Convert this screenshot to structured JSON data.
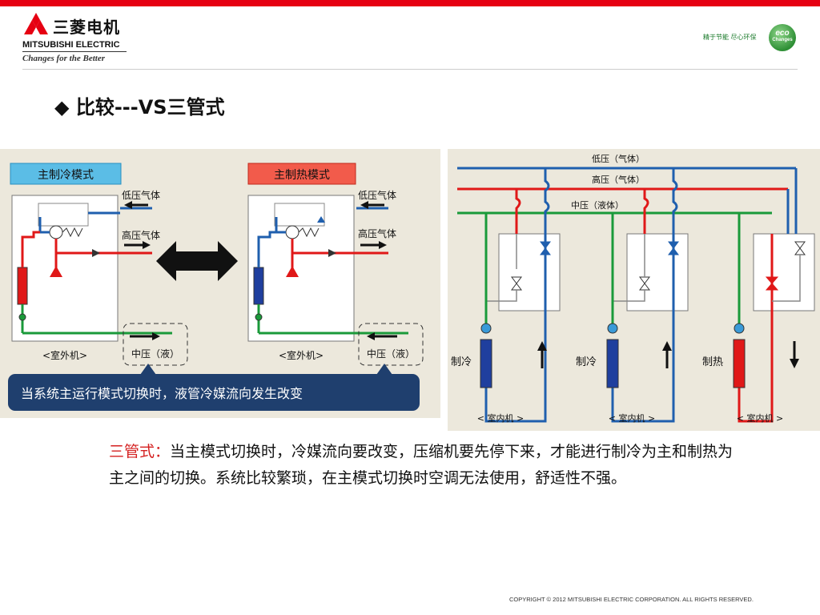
{
  "header": {
    "brand_cn": "三菱电机",
    "brand_en": "MITSUBISHI ELECTRIC",
    "tagline": "Changes for the Better",
    "eco_slogan": "精于节能 尽心环保",
    "eco_badge_line1": "eco",
    "eco_badge_line2": "Changes",
    "accent_color": "#e60012"
  },
  "title": {
    "bullet": "◆",
    "text": "比较---VS三管式"
  },
  "left_diagram": {
    "cooling_mode_label": "主制冷模式",
    "heating_mode_label": "主制热模式",
    "low_pressure_gas": "低压气体",
    "high_pressure_gas": "高压气体",
    "outdoor_unit": "<室外机>",
    "medium_pressure_liquid": "中压（液）",
    "caption": "当系统主运行模式切换时，液管冷媒流向发生改变"
  },
  "right_diagram": {
    "low_pressure": "低压（气体）",
    "high_pressure": "高压（气体）",
    "medium_pressure": "中压（液体）",
    "units": [
      {
        "mode": "制冷",
        "label": "< 室内机 >"
      },
      {
        "mode": "制冷",
        "label": "< 室内机 >"
      },
      {
        "mode": "制热",
        "label": "< 室内机 >"
      }
    ]
  },
  "body": {
    "label": "三管式：",
    "text": "当主模式切换时，冷媒流向要改变，压缩机要先停下来，才能进行制冷为主和制热为主之间的切换。系统比较繁琐，在主模式切换时空调无法使用，舒适性不强。"
  },
  "footer": {
    "copyright": "COPYRIGHT © 2012 MITSUBISHI ELECTRIC CORPORATION. ALL RIGHTS RESERVED."
  },
  "colors": {
    "pipe_red": "#e01818",
    "pipe_blue": "#1f5fae",
    "pipe_green": "#1a9a3a",
    "caption_bg": "#1f3f6e",
    "cool_label_bg": "#5bbde6",
    "heat_label_bg": "#f25b4b"
  }
}
